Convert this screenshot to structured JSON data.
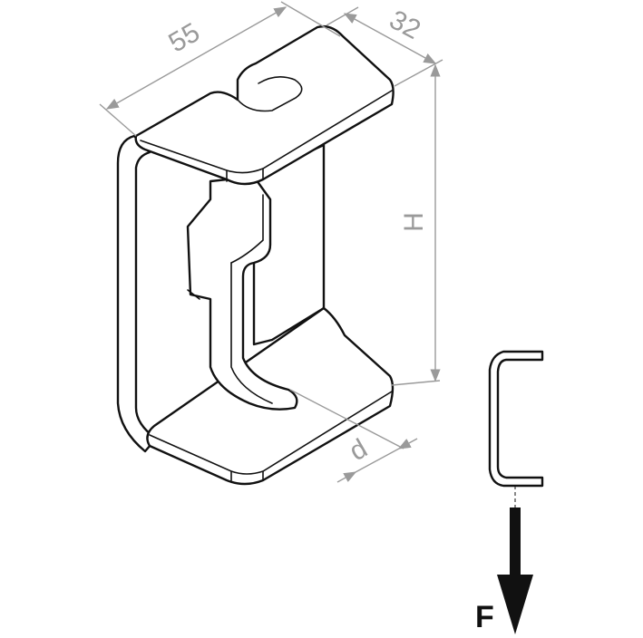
{
  "dimensions": {
    "length": "55",
    "width": "32",
    "height": "H",
    "depth": "d"
  },
  "force_label": "F",
  "colors": {
    "line": "#111111",
    "dimension": "#9a9a9a"
  }
}
